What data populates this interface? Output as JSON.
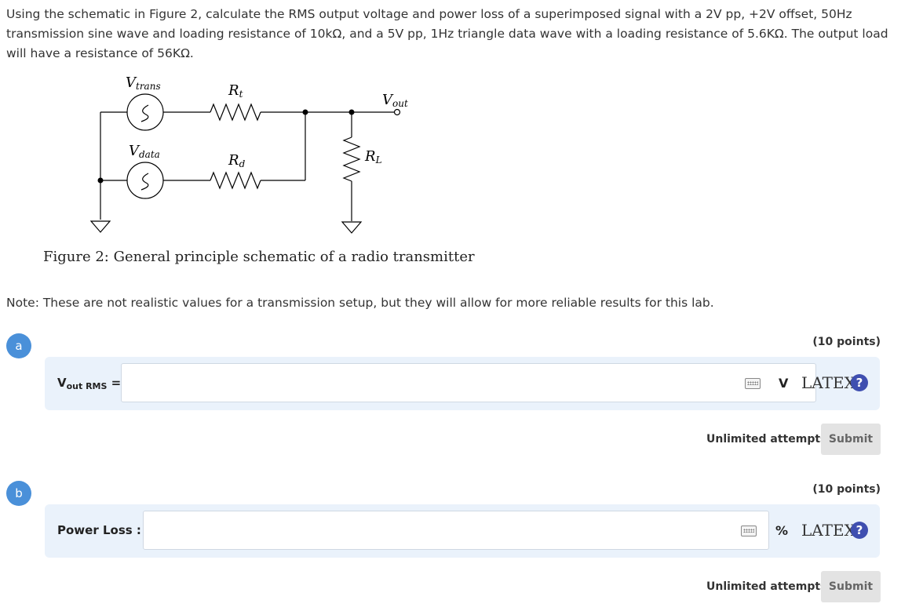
{
  "question": {
    "intro": "Using the schematic in Figure 2, calculate the RMS output voltage and power loss of a superimposed signal with a 2V pp, +2V offset, 50Hz transmission sine wave and loading resistance of 10kΩ, and a 5V pp, 1Hz triangle data wave with a loading resistance of 5.6KΩ. The output load will have a resistance of 56KΩ.",
    "note": "Note: These are not realistic values for a transmission setup, but they will allow for more reliable results for this lab."
  },
  "figure": {
    "caption": "Figure 2: General principle schematic of a radio transmitter",
    "labels": {
      "vtrans_main": "V",
      "vtrans_sub": "trans",
      "rt_main": "R",
      "rt_sub": "t",
      "vout_main": "V",
      "vout_sub": "out",
      "vdata_main": "V",
      "vdata_sub": "data",
      "rd_main": "R",
      "rd_sub": "d",
      "rl_main": "R",
      "rl_sub": "L"
    }
  },
  "parts": [
    {
      "letter": "a",
      "points": "(10 points)",
      "label_main": "V",
      "label_sub": "out RMS",
      "label_suffix": " =",
      "unit": "V",
      "latex": "LATEX",
      "help": "?",
      "attempts": "Unlimited attempts",
      "submit": "Submit"
    },
    {
      "letter": "b",
      "points": "(10 points)",
      "label_main": "Power Loss :",
      "unit": "%",
      "latex": "LATEX",
      "help": "?",
      "attempts": "Unlimited attempts",
      "submit": "Submit"
    }
  ]
}
